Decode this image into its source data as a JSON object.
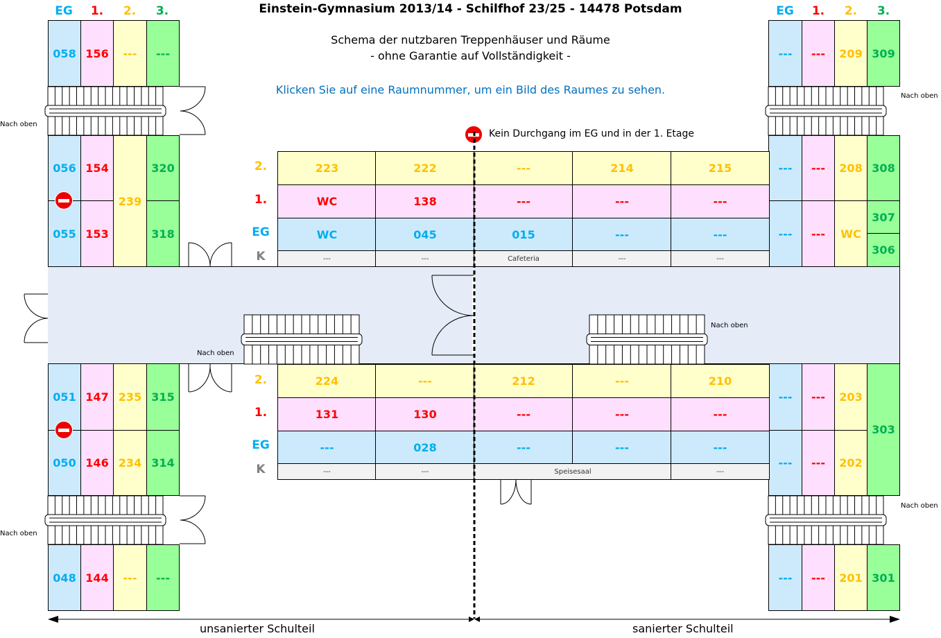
{
  "header": {
    "title": "Einstein-Gymnasium 2013/14 - Schilfhof 23/25 - 14478 Potsdam",
    "subtitle_line1": "Schema der nutzbaren Treppenhäuser und Räume",
    "subtitle_line2": "- ohne Garantie auf Vollständigkeit -",
    "hint": "Klicken Sie auf eine Raumnummer, um ein Bild des Raumes zu sehen."
  },
  "floor_labels": {
    "eg": "EG",
    "f1": "1.",
    "f2": "2.",
    "f3": "3.",
    "k": "K"
  },
  "colors": {
    "eg": "#00aeef",
    "f1": "#ff0000",
    "f2": "#ffc000",
    "f3": "#00b050",
    "k": "#808080",
    "hint": "#0070c0",
    "corridor": "#e5ecf7"
  },
  "notice": "Kein Durchgang im EG und in der 1. Etage",
  "stair_label": "Nach oben",
  "sections": {
    "left": "unsanierter Schulteil",
    "right": "sanierter Schulteil"
  },
  "left_wing": {
    "top": {
      "eg": "058",
      "f1": "156",
      "f2": "---",
      "f3": "---"
    },
    "upper_a": {
      "eg": "056",
      "f1": "154",
      "f3": "320"
    },
    "upper_b": {
      "eg": "055",
      "f1": "153",
      "f3": "318"
    },
    "upper_f2": "239",
    "lower_a": {
      "eg": "051",
      "f1": "147",
      "f2": "235",
      "f3": "315"
    },
    "lower_b": {
      "eg": "050",
      "f1": "146",
      "f2": "234",
      "f3": "314"
    },
    "bottom": {
      "eg": "048",
      "f1": "144",
      "f2": "---",
      "f3": "---"
    }
  },
  "right_wing": {
    "top": {
      "eg": "---",
      "f1": "---",
      "f2": "209",
      "f3": "309"
    },
    "upper_a": {
      "eg": "---",
      "f1": "---",
      "f2": "208",
      "f3": "308"
    },
    "upper_b": {
      "eg": "---",
      "f1": "---",
      "f2": "WC"
    },
    "upper_f3_b1": "307",
    "upper_f3_b2": "306",
    "lower_a": {
      "eg": "---",
      "f1": "---",
      "f2": "203"
    },
    "lower_b": {
      "eg": "---",
      "f1": "---",
      "f2": "202"
    },
    "lower_f3": "303",
    "bottom": {
      "eg": "---",
      "f1": "---",
      "f2": "201",
      "f3": "301"
    }
  },
  "north_block": {
    "f2": [
      "223",
      "222",
      "---",
      "214",
      "215"
    ],
    "f1": [
      "WC",
      "138",
      "---",
      "---",
      "---"
    ],
    "eg": [
      "WC",
      "045",
      "015",
      "---",
      "---"
    ],
    "k": [
      "---",
      "---",
      "Cafeteria",
      "---",
      "---"
    ]
  },
  "south_block": {
    "f2": [
      "224",
      "---",
      "212",
      "---",
      "210"
    ],
    "f1": [
      "131",
      "130",
      "---",
      "---",
      "---"
    ],
    "eg": [
      "---",
      "028",
      "---",
      "---",
      "---"
    ],
    "k": [
      "---",
      "---",
      "Speisesaal",
      "---"
    ]
  }
}
